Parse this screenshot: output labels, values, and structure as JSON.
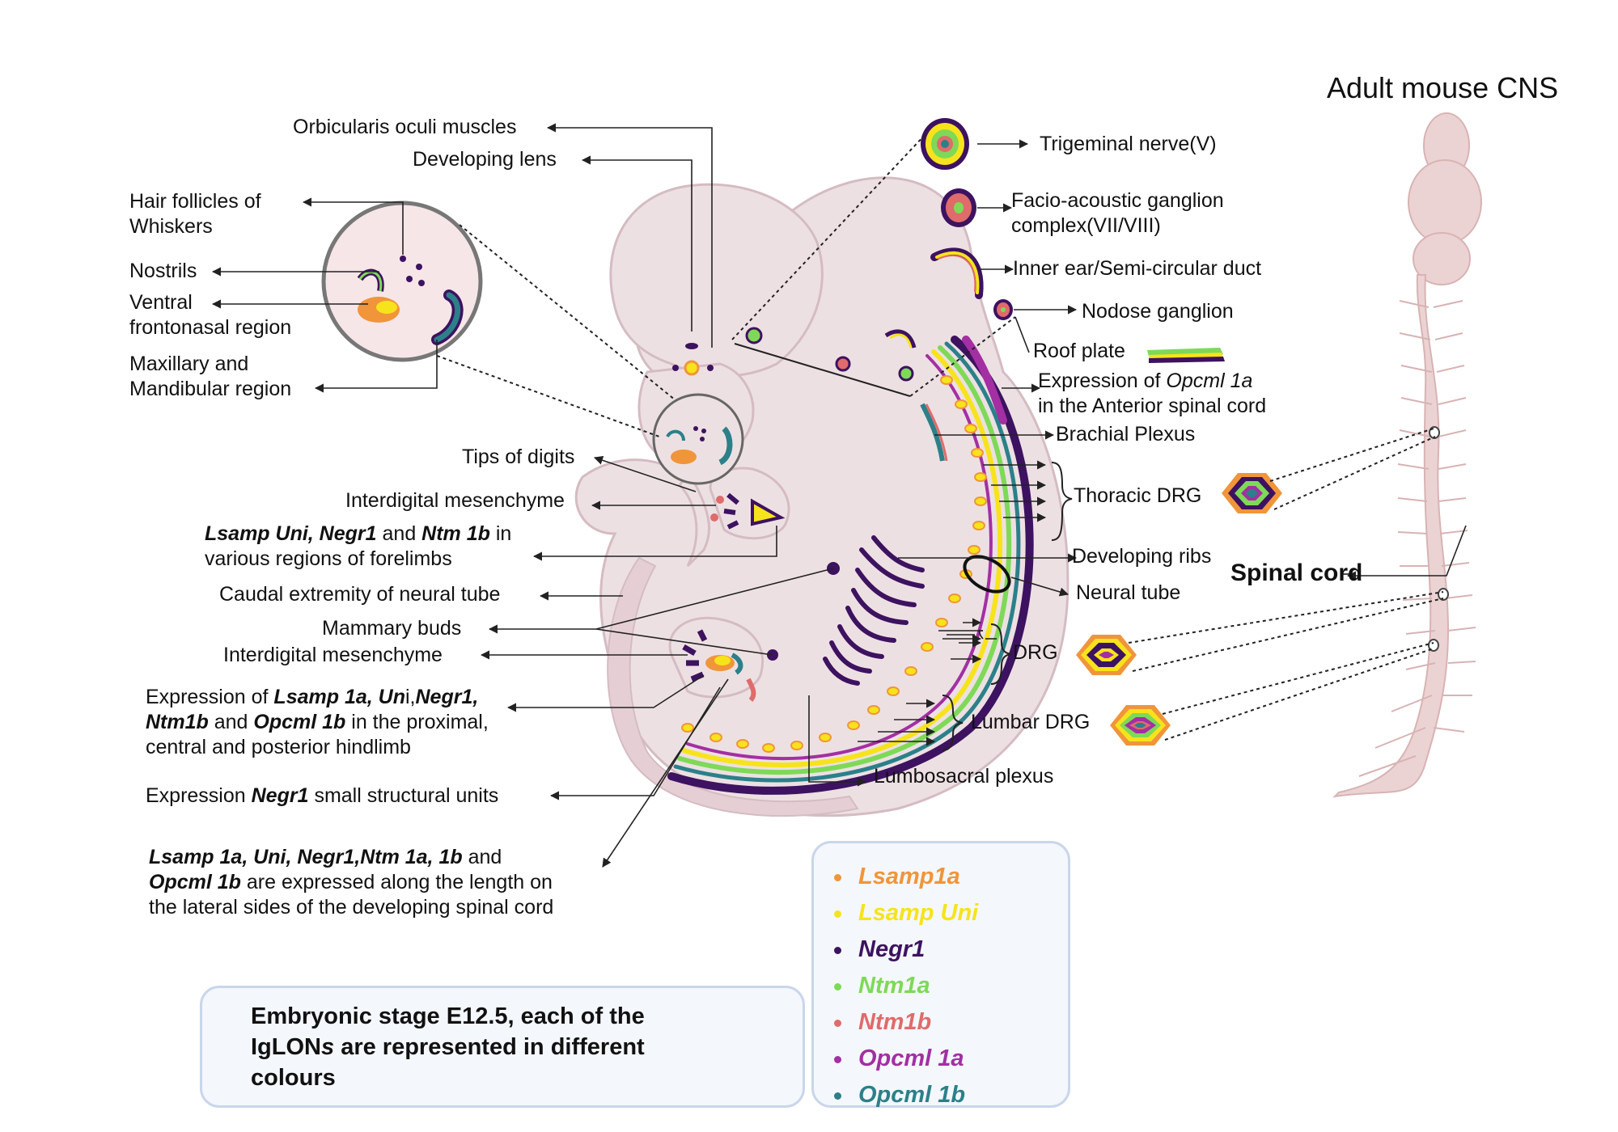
{
  "title": "Adult mouse CNS",
  "spinal_cord_label": "Spinal cord",
  "caption": {
    "line1": "Embryonic stage E12.5, each of the",
    "line2": "IgLON",
    "line2_italic": "s",
    "line2_rest": " are represented in different",
    "line3": "colours"
  },
  "colors": {
    "lsamp1a": "#f0953a",
    "lsamp_uni": "#f7e31b",
    "negr1": "#3d1260",
    "ntm1a": "#7ed957",
    "ntm1b": "#e06b6b",
    "opcml1a": "#a32fa3",
    "opcml1b": "#2b8089",
    "embryo": "#ede0e3",
    "embryo_edge": "#d4bcc2"
  },
  "legend": [
    {
      "label": "Lsamp1a",
      "color": "#f0953a"
    },
    {
      "label": "Lsamp Uni",
      "color": "#f7e31b"
    },
    {
      "label": "Negr1",
      "color": "#3d1260"
    },
    {
      "label": "Ntm1a",
      "color": "#7ed957"
    },
    {
      "label": "Ntm1b",
      "color": "#e06b6b"
    },
    {
      "label": "Opcml 1a",
      "color": "#a32fa3"
    },
    {
      "label": "Opcml 1b",
      "color": "#2b8089"
    }
  ],
  "labels": {
    "orbicularis": "Orbicularis oculi muscles",
    "lens": "Developing lens",
    "hair1": "Hair follicles of",
    "hair2": "Whiskers",
    "nostrils": "Nostrils",
    "ventral1": "Ventral",
    "ventral2": "frontonasal region",
    "maxillary1": "Maxillary and",
    "maxillary2": "Mandibular region",
    "tips": "Tips of digits",
    "interdigital_fore": "Interdigital mesenchyme",
    "forelimb_a": "Lsamp Uni, Negr1",
    "forelimb_b": " and ",
    "forelimb_c": "Ntm 1b",
    "forelimb_d": " in",
    "forelimb_e": "various regions of forelimbs",
    "caudal": "Caudal extremity of neural tube",
    "mammary": "Mammary buds",
    "interdigital_hind": "Interdigital mesenchyme",
    "hind_a": "Expression of ",
    "hind_b": "Lsamp 1a, Un",
    "hind_c": "i,",
    "hind_d": "Negr1,",
    "hind_e": "Ntm1b",
    "hind_f": " and ",
    "hind_g": "Opcml 1b",
    "hind_h": " in the proximal,",
    "hind_i": "central and posterior hindlimb",
    "negr_a": "Expression ",
    "negr_b": "Negr1",
    "negr_c": " small structural units",
    "lateral_a": "Lsamp 1a, Uni, Negr1,Ntm 1a, 1b",
    "lateral_b": " and",
    "lateral_c": "Opcml 1b",
    "lateral_d": " are expressed along the length on",
    "lateral_e": "the lateral sides of the developing spinal cord",
    "trigeminal": "Trigeminal nerve(V)",
    "facio1": "Facio-acoustic ganglion",
    "facio2": "complex(VII/VIII)",
    "innerear": "Inner ear/Semi-circular duct",
    "nodose": "Nodose ganglion",
    "roof": "Roof plate",
    "opcml_a": "Expression of ",
    "opcml_b": "Opcml 1a",
    "opcml_c": "in the Anterior spinal cord",
    "brachial": "Brachial Plexus",
    "thoracic": "Thoracic DRG",
    "ribs": "Developing ribs",
    "neuraltube": "Neural tube",
    "drg": "DRG",
    "lumbar": "Lumbar DRG",
    "lumbosacral": "Lumbosacral plexus"
  }
}
